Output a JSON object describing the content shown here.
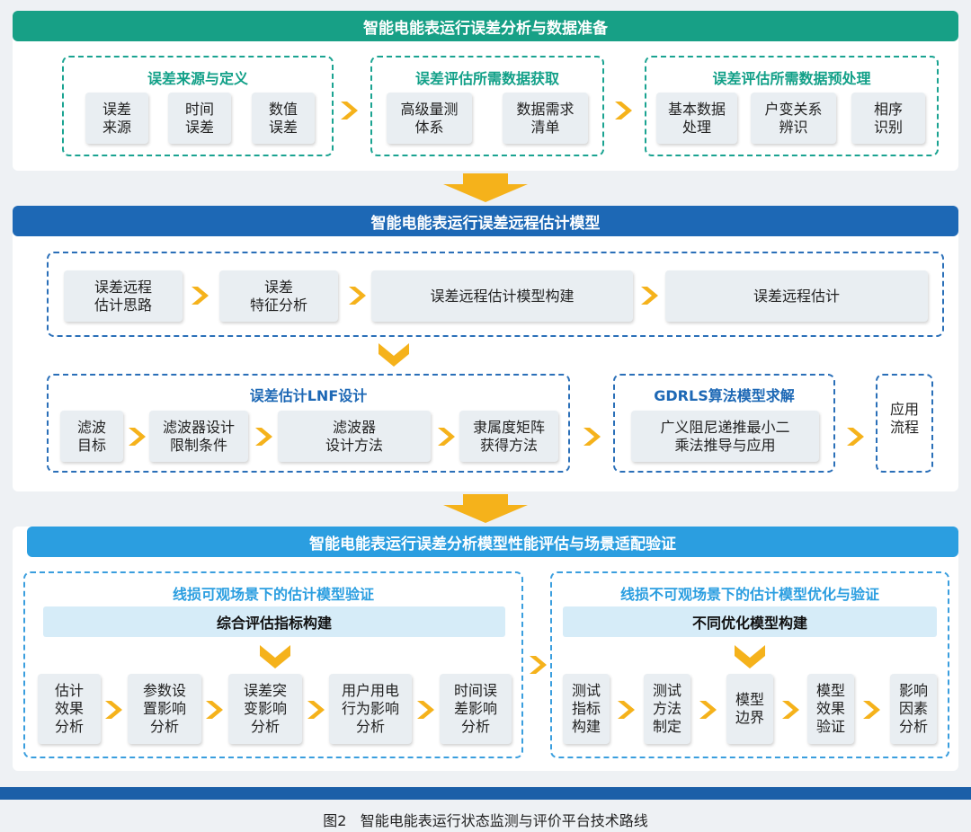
{
  "section1": {
    "title": "智能电能表运行误差分析与数据准备",
    "groups": [
      {
        "title": "误差来源与定义",
        "items": [
          "误差\n来源",
          "时间\n误差",
          "数值\n误差"
        ]
      },
      {
        "title": "误差评估所需数据获取",
        "items": [
          "高级量测\n体系",
          "数据需求\n清单"
        ]
      },
      {
        "title": "误差评估所需数据预处理",
        "items": [
          "基本数据\n处理",
          "户变关系\n辨识",
          "相序\n识别"
        ]
      }
    ]
  },
  "section2": {
    "title": "智能电能表运行误差远程估计模型",
    "row1": [
      "误差远程\n估计思路",
      "误差\n特征分析",
      "误差远程估计模型构建",
      "误差远程估计"
    ],
    "lnf": {
      "title": "误差估计LNF设计",
      "items": [
        "滤波\n目标",
        "滤波器设计\n限制条件",
        "滤波器\n设计方法",
        "隶属度矩阵\n获得方法"
      ]
    },
    "gdrls": {
      "title": "GDRLS算法模型求解",
      "items": [
        "广义阻尼递推最小二\n乘法推导与应用"
      ]
    },
    "app": "应用\n流程"
  },
  "section3": {
    "title": "智能电能表运行误差分析模型性能评估与场景适配验证",
    "left": {
      "title": "线损可观场景下的估计模型验证",
      "bar": "综合评估指标构建",
      "items": [
        "估计\n效果\n分析",
        "参数设\n置影响\n分析",
        "误差突\n变影响\n分析",
        "用户用电\n行为影响\n分析",
        "时间误\n差影响\n分析"
      ]
    },
    "right": {
      "title": "线损不可观场景下的估计模型优化与验证",
      "bar": "不同优化模型构建",
      "items": [
        "测试\n指标\n构建",
        "测试\n方法\n制定",
        "模型\n边界",
        "模型\n效果\n验证",
        "影响\n因素\n分析"
      ]
    }
  },
  "caption": "图2   智能电能表运行状态监测与评价平台技术路线",
  "colors": {
    "teal": "#17a086",
    "blue": "#1d68b5",
    "sky": "#2b9ee0",
    "arrow": "#f5b21b",
    "footer": "#1b5fa8"
  }
}
